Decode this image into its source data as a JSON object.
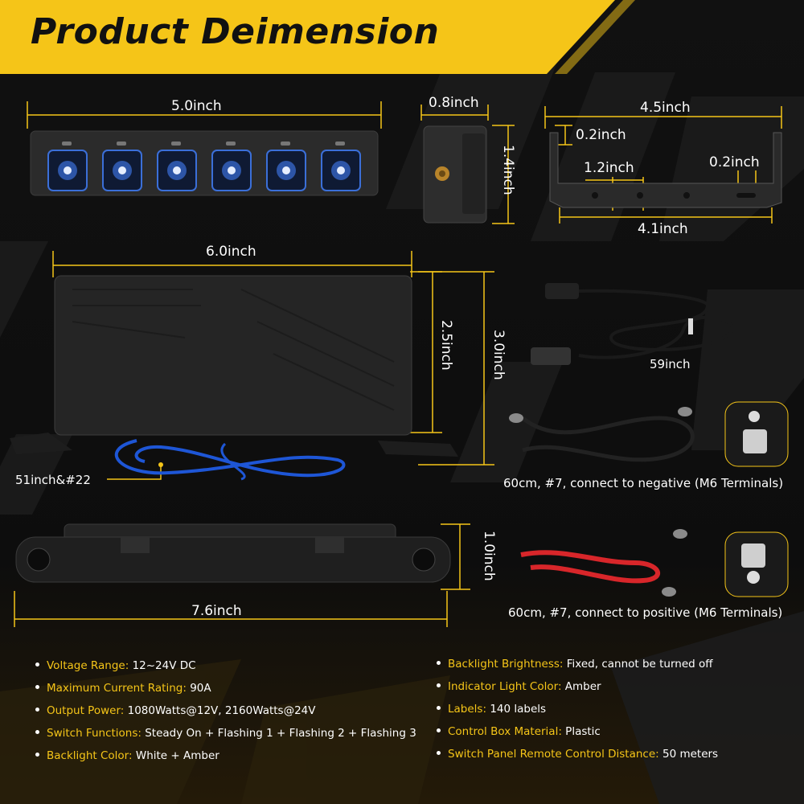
{
  "title": "Product Deimension",
  "colors": {
    "accent": "#f5c518",
    "background": "#0c0c0c",
    "led": "#3b6fd8",
    "wire_blue": "#1e56d6",
    "wire_red": "#d8262a"
  },
  "dimensions": {
    "panel_width": "5.0inch",
    "panel_depth": "0.8inch",
    "panel_height": "1.4inch",
    "bracket_width": "4.5inch",
    "bracket_tab": "0.2inch",
    "bracket_hole_spacing": "1.2inch",
    "bracket_slot": "0.2inch",
    "bracket_base": "4.1inch",
    "box_width": "6.0inch",
    "box_height_inner": "2.5inch",
    "box_height_outer": "3.0inch",
    "box_length": "7.6inch",
    "box_thickness": "1.0inch"
  },
  "captions": {
    "box_wire": "51inch&#22",
    "usb_cable": "59inch",
    "negative_cable": "60cm, #7, connect to negative (M6 Terminals)",
    "positive_cable": "60cm, #7, connect to positive (M6 Terminals)"
  },
  "specs_left": [
    {
      "key": "Voltage Range:",
      "value": "12~24V DC"
    },
    {
      "key": "Maximum Current Rating:",
      "value": "90A"
    },
    {
      "key": "Output Power:",
      "value": "1080Watts@12V, 2160Watts@24V"
    },
    {
      "key": "Switch Functions:",
      "value": "Steady On + Flashing 1 + Flashing 2 + Flashing 3"
    },
    {
      "key": "Backlight Color:",
      "value": "White + Amber"
    }
  ],
  "specs_right": [
    {
      "key": "Backlight Brightness:",
      "value": "Fixed, cannot be turned off"
    },
    {
      "key": "Indicator Light Color:",
      "value": "Amber"
    },
    {
      "key": "Labels:",
      "value": "140 labels"
    },
    {
      "key": "Control Box Material:",
      "value": "Plastic"
    },
    {
      "key": "Switch Panel Remote Control Distance:",
      "value": "50 meters"
    }
  ]
}
